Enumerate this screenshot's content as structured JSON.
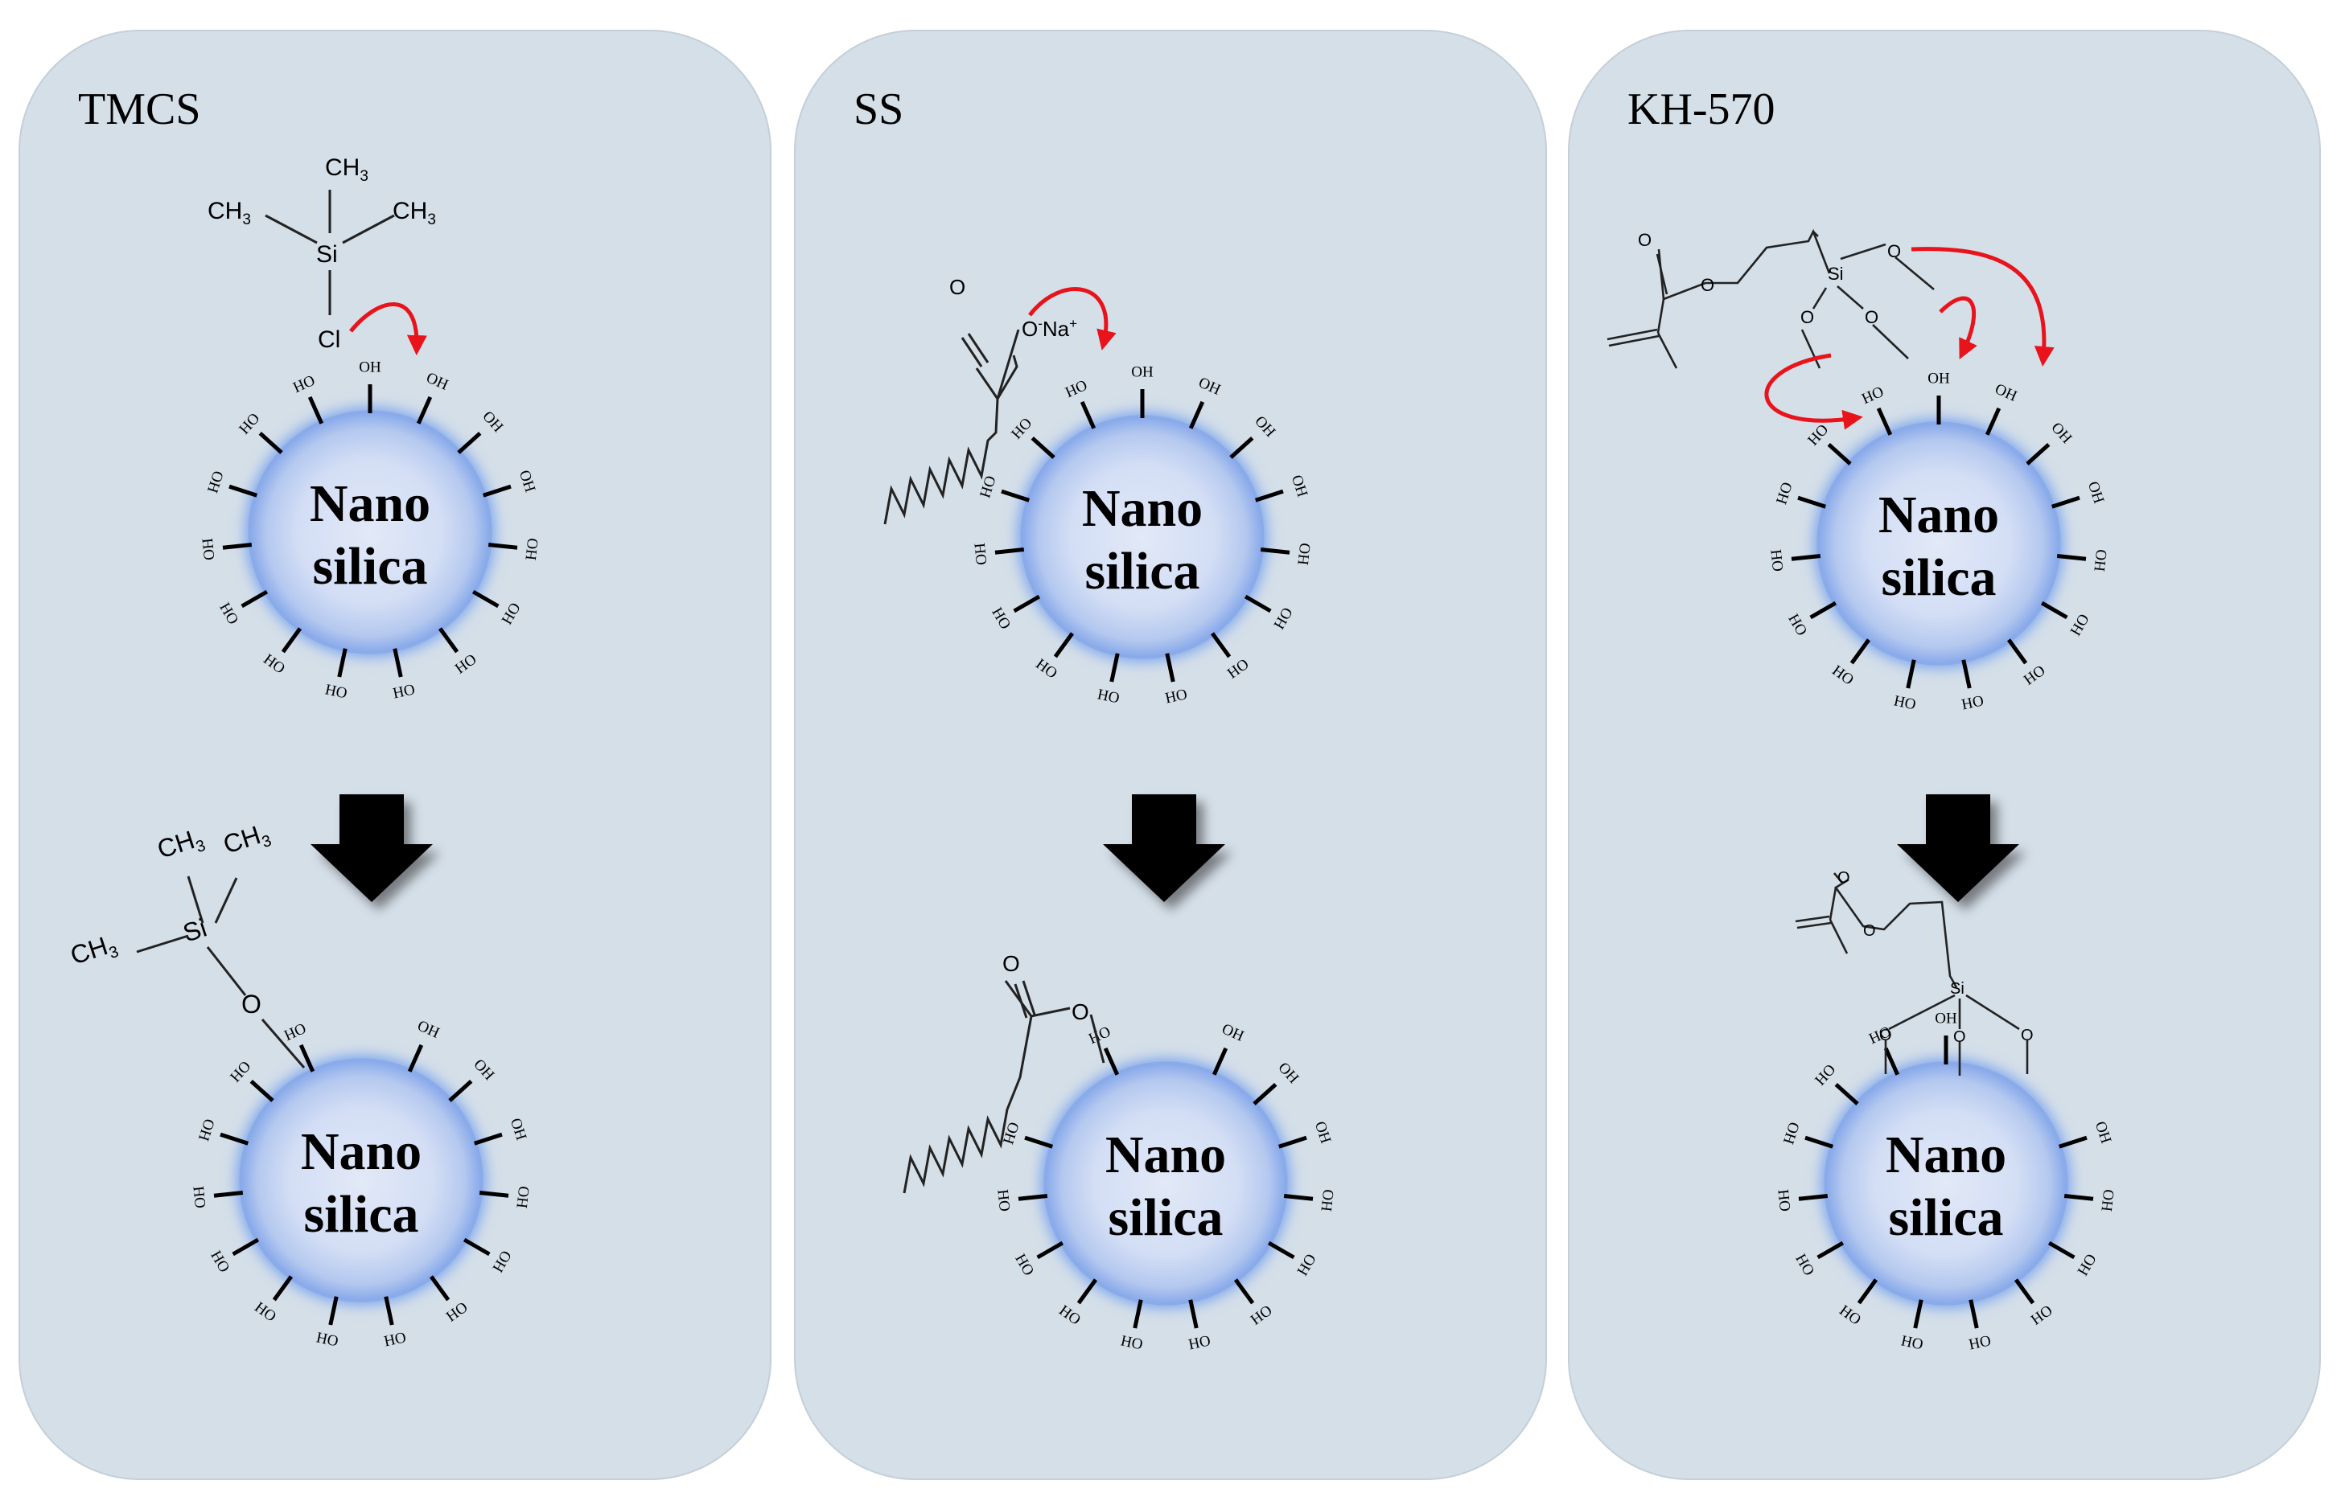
{
  "panels": [
    {
      "title": "TMCS",
      "bead_label": {
        "line1": "Nano",
        "line2": "silica"
      },
      "group_label": "OH",
      "group_label_reversed": "HO",
      "molecule": {
        "methyl_1": "CH",
        "methyl_2": "CH",
        "methyl_3": "CH",
        "subscript": "3",
        "silicon": "Si",
        "leaving_atom": "Cl"
      },
      "product": {
        "methyl_1": "CH",
        "methyl_2": "CH",
        "methyl_3": "CH",
        "subscript": "3",
        "silicon": "Si",
        "bridge_oxygen": "O"
      }
    },
    {
      "title": "SS",
      "bead_label": {
        "line1": "Nano",
        "line2": "silica"
      },
      "group_label": "OH",
      "group_label_reversed": "HO",
      "molecule": {
        "carbonyl_oxygen": "O",
        "anion": "O",
        "anion_charge": "-",
        "counter_ion": "Na",
        "counter_ion_charge": "+"
      },
      "product": {
        "carbonyl_oxygen": "O",
        "ester_oxygen": "O"
      }
    },
    {
      "title": "KH-570",
      "bead_label": {
        "line1": "Nano",
        "line2": "silica"
      },
      "group_label": "OH",
      "group_label_reversed": "HO",
      "molecule": {
        "carbonyl_oxygen": "O",
        "ester_oxygen": "O",
        "silicon": "Si",
        "methoxy_oxygen": "O"
      },
      "product": {
        "carbonyl_oxygen": "O",
        "ester_oxygen": "O",
        "silicon": "Si",
        "bridge_oxygen": "O"
      }
    }
  ],
  "colors": {
    "background": "#ffffff",
    "panel_fill": "#d5dfe8",
    "panel_stroke": "#c4cfd9",
    "bead_core": "#dbe4f5",
    "bead_edge": "#8aaae8",
    "bead_glow": "#6e9df0",
    "reaction_arrow": "#e8131b",
    "process_arrow": "#000000",
    "bond": "#222222"
  },
  "icons": {
    "reaction_arrow": "curved-red-arrow-icon",
    "process_arrow": "down-arrow-icon"
  }
}
